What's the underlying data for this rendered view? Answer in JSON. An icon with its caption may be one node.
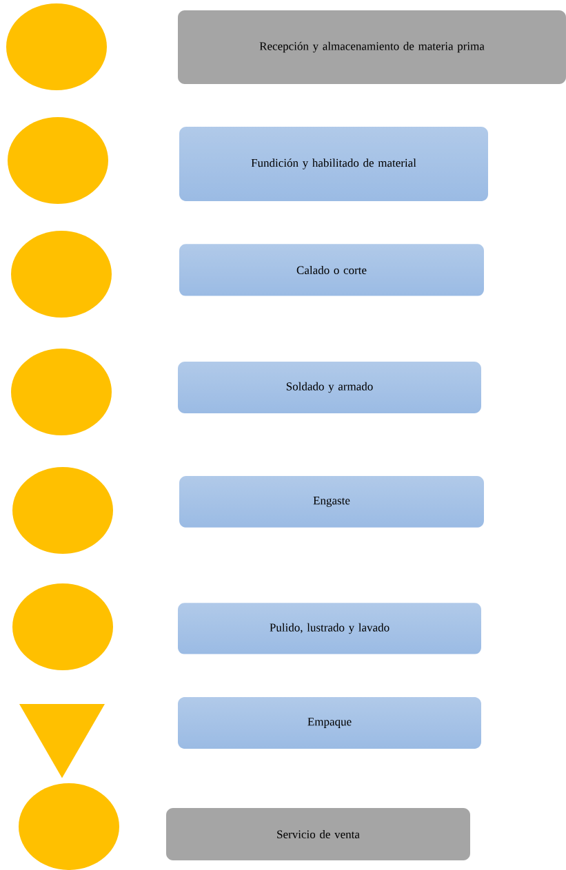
{
  "diagram": {
    "nodes": [
      {
        "text": [],
        "shape": "circle"
      },
      {
        "text": [
          "Recepción y almacenamiento de materia prima"
        ]
      },
      {
        "text": [],
        "shape": "circle"
      },
      {
        "text": [
          "Fundición y habilitado de material"
        ]
      },
      {
        "text": [],
        "shape": "circle"
      },
      {
        "text": [
          "Calado o corte"
        ]
      },
      {
        "text": [],
        "shape": "circle"
      },
      {
        "text": [
          "Soldado y armado"
        ]
      },
      {
        "text": [],
        "shape": "circle"
      },
      {
        "text": [
          "Engaste"
        ]
      },
      {
        "text": [],
        "shape": "circle"
      },
      {
        "text": [
          "Pulido, lustrado y lavado"
        ]
      },
      {
        "text": [],
        "shape": "triangle"
      },
      {
        "text": [
          "Empaque"
        ]
      },
      {
        "text": [],
        "shape": "circle"
      },
      {
        "text": [
          "Servicio de venta"
        ]
      }
    ]
  }
}
